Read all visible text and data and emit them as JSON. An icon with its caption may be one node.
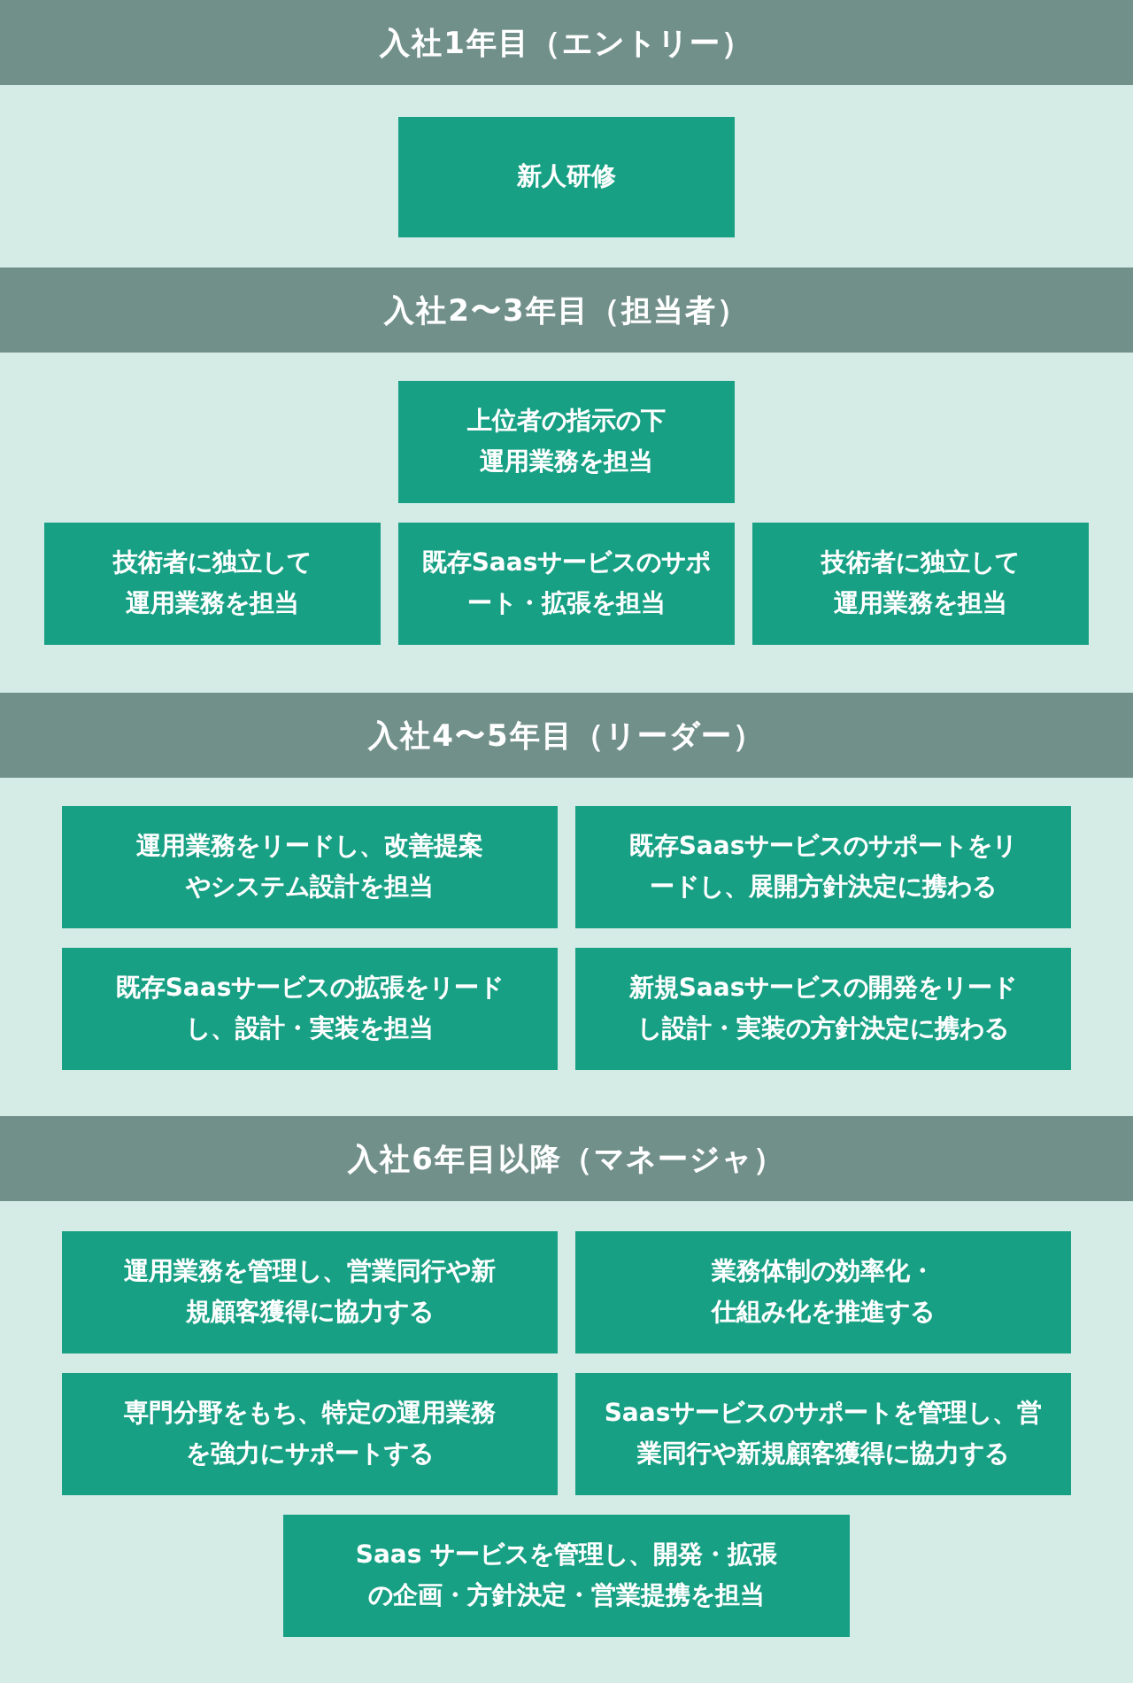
{
  "diagram": {
    "nodes": [
      {
        "text": [
          "入社1年目（エントリー）"
        ]
      },
      {
        "text": [
          "新人研修"
        ]
      },
      {
        "text": [
          "入社2〜3年目（担当者）"
        ]
      },
      {
        "text": [
          "上位者の指示の下運用業務を担当"
        ]
      },
      {
        "text": [
          "技術者に独立して運用業務を担当"
        ]
      },
      {
        "text": [
          "既存Saasサービスのサポート・拡張を担当"
        ]
      },
      {
        "text": [
          "技術者に独立して運用業務を担当"
        ]
      },
      {
        "text": [
          "入社4〜5年目（リーダー）"
        ]
      },
      {
        "text": [
          "運用業務をリードし、改善提案やシステム設計を担当"
        ]
      },
      {
        "text": [
          "既存Saasサービスのサポートをリードし、展開方針決定に携わる"
        ]
      },
      {
        "text": [
          "既存Saasサービスの拡張をリードし、設計・実装を担当"
        ]
      },
      {
        "text": [
          "新規Saasサービスの開発をリードし設計・実装の方針決定に携わる"
        ]
      },
      {
        "text": [
          "入社6年目以降（マネージャ）"
        ]
      },
      {
        "text": [
          "運用業務を管理し、営業同行や新規顧客獲得に協力する"
        ]
      },
      {
        "text": [
          "業務体制の効率化・仕組み化を推進する"
        ]
      },
      {
        "text": [
          "専門分野をもち、特定の運用業務を強力にサポートする"
        ]
      },
      {
        "text": [
          "Saasサービスのサポートを管理し、営業同行や新規顧客獲得に協力する"
        ]
      },
      {
        "text": [
          "Saas サービスを管理し、開発・拡張の企画・方針決定・営業提携を担当"
        ]
      }
    ]
  }
}
